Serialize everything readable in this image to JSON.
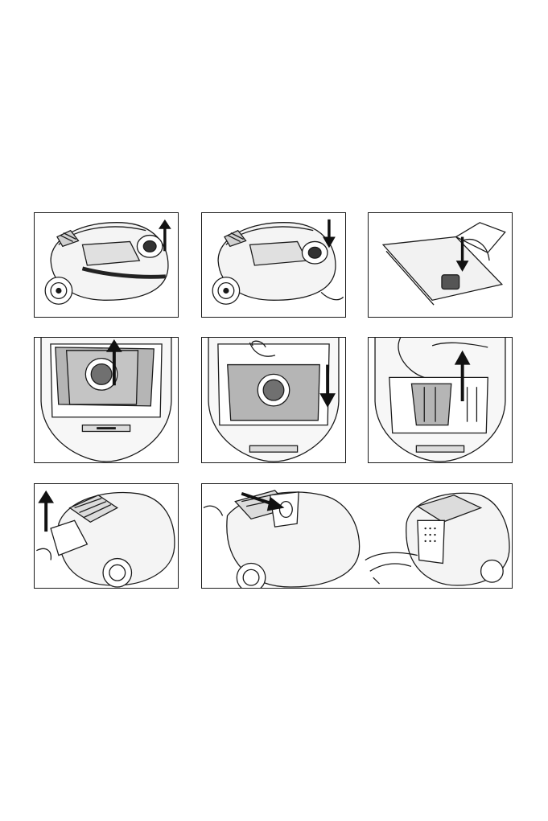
{
  "page": {
    "title": "",
    "figures": [
      {
        "id": "p1",
        "icon": "arrow-up-icon"
      },
      {
        "id": "p2",
        "icon": "arrow-down-icon"
      },
      {
        "id": "p3",
        "icon": "arrow-down-icon"
      },
      {
        "id": "p4",
        "icon": "arrow-up-icon"
      },
      {
        "id": "p5",
        "icon": "arrow-down-icon"
      },
      {
        "id": "p6",
        "icon": "arrow-up-icon"
      },
      {
        "id": "p7",
        "icon": "arrow-up-icon"
      },
      {
        "id": "p8",
        "icon": "arrow-right-icon"
      }
    ]
  },
  "colors": {
    "line": "#1a1a1a",
    "arrow": "#111111",
    "bag_fill": "#b5b5b5",
    "circle_fill": "#707070",
    "background": "#ffffff"
  }
}
